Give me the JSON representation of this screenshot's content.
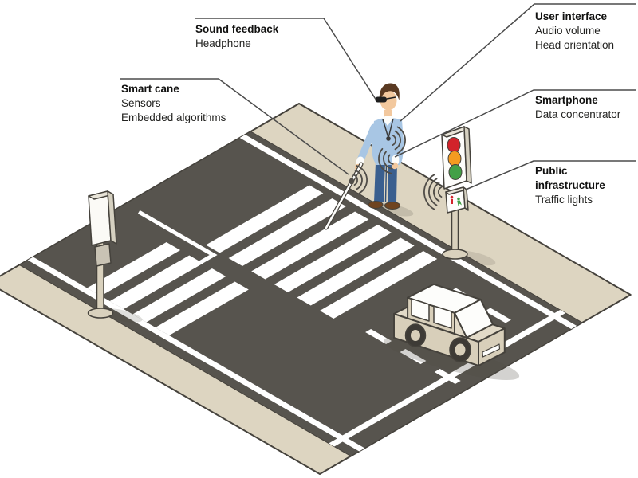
{
  "figure": {
    "description": "Isometric illustration of a blind pedestrian with a smart cane crossing a road at a connected traffic light",
    "background_color": "#ffffff"
  },
  "callouts": [
    {
      "id": "sound-feedback",
      "title": "Sound feedback",
      "lines": [
        "Headphone"
      ]
    },
    {
      "id": "user-interface",
      "title": "User interface",
      "lines": [
        "Audio volume",
        "Head orientation"
      ]
    },
    {
      "id": "smart-cane",
      "title": "Smart cane",
      "lines": [
        "Sensors",
        "Embedded algorithms"
      ]
    },
    {
      "id": "smartphone",
      "title": "Smartphone",
      "lines": [
        "Data concentrator"
      ]
    },
    {
      "id": "public-infrastructure",
      "title": "Public infrastructure",
      "lines": [
        "Traffic lights"
      ]
    }
  ],
  "scene": {
    "objects": [
      "blind pedestrian with sunglasses and white smart cane",
      "wireless signal waves at headphone pendant, smartphone, cane sensor and traffic light",
      "zebra crosswalk on dark road",
      "traffic light with red, amber and green lamps and pedestrian signal box",
      "rear view traffic signal on pole",
      "beige car driving on road",
      "beige sidewalks with white edge lines and lane dashes"
    ],
    "traffic_light_lamps": [
      "red",
      "amber",
      "green"
    ],
    "pedestrian_signal_figures": [
      "red standing",
      "green walking"
    ],
    "colors": {
      "road": "#57544E",
      "sidewalk": "#DDD5C1",
      "outline": "#45423C",
      "marking": "#FFFFFF",
      "light_red": "#D2232A",
      "light_amber": "#F49B20",
      "light_green": "#43A047",
      "car_body": "#D8CFBA",
      "sweater": "#A8C6E4",
      "pants": "#3A5F8F",
      "skin": "#F2C89E",
      "hair": "#5A3A22",
      "shoes": "#6F4420",
      "signal_wave": "#4F4C47",
      "pole": "#D9D1BD",
      "leader_line": "#4B4B4B"
    }
  }
}
